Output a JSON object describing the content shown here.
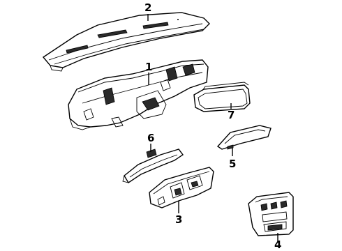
{
  "diagram": {
    "type": "exploded-parts-view",
    "callouts": [
      {
        "id": "1",
        "label": "1"
      },
      {
        "id": "2",
        "label": "2"
      },
      {
        "id": "3",
        "label": "3"
      },
      {
        "id": "4",
        "label": "4"
      },
      {
        "id": "5",
        "label": "5"
      },
      {
        "id": "6",
        "label": "6"
      },
      {
        "id": "7",
        "label": "7"
      }
    ]
  }
}
